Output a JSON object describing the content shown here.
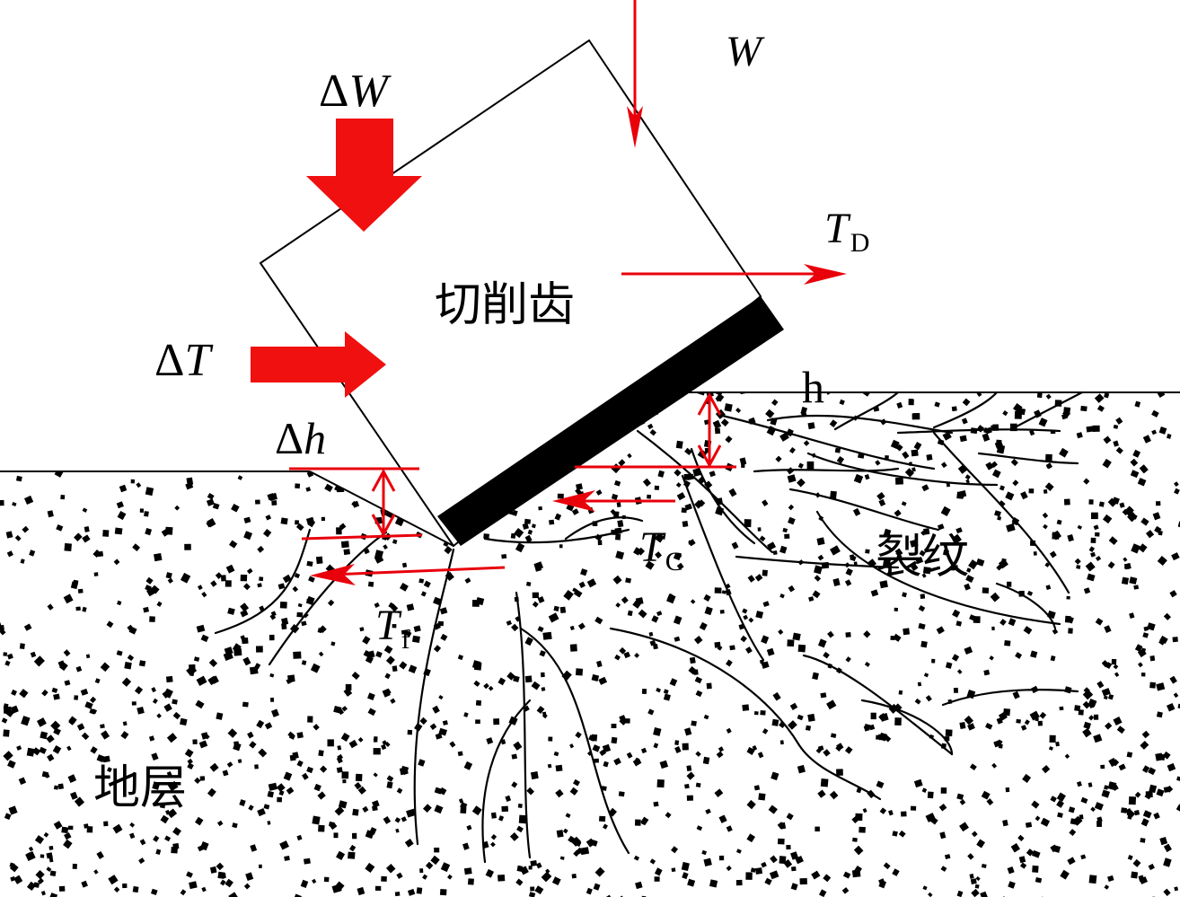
{
  "labels": {
    "W": "W",
    "delta_W_symbol": "Δ",
    "delta_W_var": "W",
    "T_D_var": "T",
    "T_D_sub": "D",
    "cutter": "切削齿",
    "delta_T_symbol": "Δ",
    "delta_T_var": "T",
    "h": "h",
    "delta_h_symbol": "Δ",
    "delta_h_var": "h",
    "T_C_var": "T",
    "T_C_sub": "C",
    "crack": "裂纹",
    "T_f_var": "T",
    "T_f_sub": "f",
    "formation": "地层"
  },
  "colors": {
    "force_red": "#f01010",
    "line_black": "#000000",
    "cutter_face": "#000000"
  }
}
